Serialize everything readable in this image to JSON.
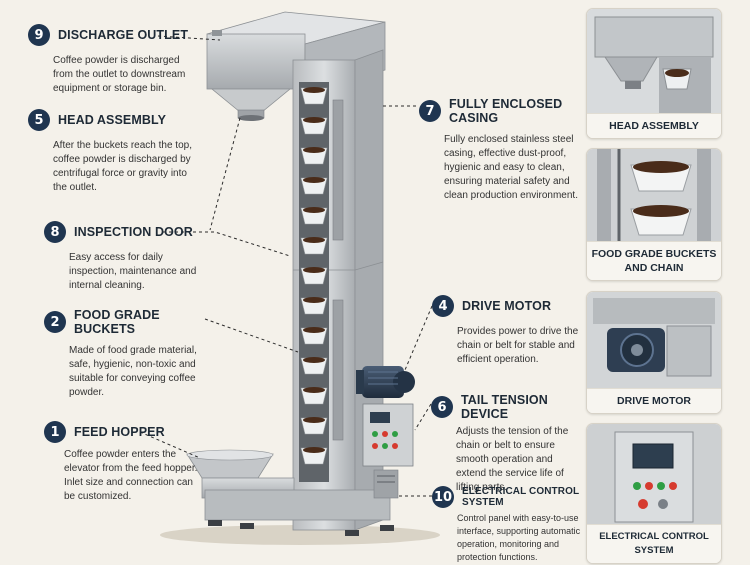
{
  "callouts": {
    "discharge_outlet": {
      "num": "9",
      "title": "DISCHARGE OUTLET",
      "desc": "Coffee powder is discharged from the outlet to downstream equipment or storage bin."
    },
    "head_assembly": {
      "num": "5",
      "title": "HEAD ASSEMBLY",
      "desc": "After the buckets reach the top, coffee powder is discharged by centrifugal force or gravity into the outlet."
    },
    "inspection_door": {
      "num": "8",
      "title": "INSPECTION DOOR",
      "desc": "Easy access for daily inspection, maintenance and internal cleaning."
    },
    "food_grade_buckets": {
      "num": "2",
      "title": "FOOD GRADE BUCKETS",
      "desc": "Made of food grade material, safe, hygienic, non-toxic and suitable for conveying coffee powder."
    },
    "feed_hopper": {
      "num": "1",
      "title": "FEED HOPPER",
      "desc": "Coffee powder enters the elevator from the feed hopper. Inlet size and connection can be customized."
    },
    "enclosed_casing": {
      "num": "7",
      "title": "FULLY ENCLOSED CASING",
      "desc": "Fully enclosed stainless steel casing, effective dust-proof, hygienic and easy to clean, ensuring material safety and clean production environment."
    },
    "drive_motor": {
      "num": "4",
      "title": "DRIVE MOTOR",
      "desc": "Provides power to drive the chain or belt for stable and efficient operation."
    },
    "tail_tension": {
      "num": "6",
      "title": "TAIL TENSION DEVICE",
      "desc": "Adjusts the tension of the chain or belt to ensure smooth operation and extend the service life of lifting parts."
    },
    "electrical_control": {
      "num": "10",
      "title": "ELECTRICAL CONTROL SYSTEM",
      "desc": "Control panel with easy-to-use interface, supporting automatic operation, monitoring and protection functions."
    }
  },
  "cards": {
    "head_assembly": "HEAD ASSEMBLY",
    "buckets_chain_line1": "FOOD GRADE BUCKETS",
    "buckets_chain_line2": "AND CHAIN",
    "drive_motor": "DRIVE MOTOR",
    "electrical_control": "ELECTRICAL CONTROL SYSTEM"
  },
  "colors": {
    "badge": "#1f3550",
    "steel": "#c9ccce",
    "steel_dark": "#8f9498",
    "motor": "#2e3e52",
    "coffee": "#4a2c1a",
    "background": "#f4f1ea"
  }
}
